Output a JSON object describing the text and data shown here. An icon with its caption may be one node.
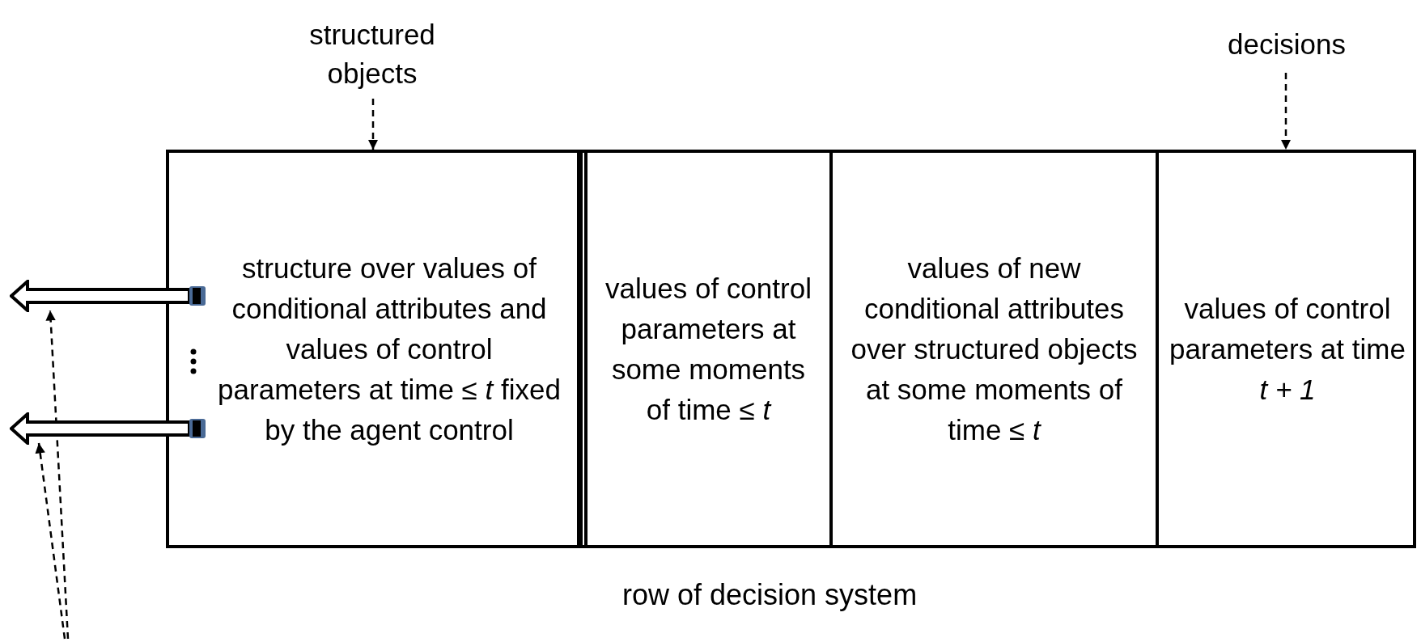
{
  "diagram": {
    "nodes": [
      {
        "text": [
          "structured objects"
        ]
      },
      {
        "text": [
          "decisions"
        ]
      },
      {
        "text": [
          "row of decision system"
        ]
      },
      {
        "text": [
          "structure over values of conditional attributes and values of control parameters at time ≤ *t* fixed by the agent control"
        ],
        "in": 2
      },
      {
        "text": [
          "values of control parameters at some moments of time ≤ *t*"
        ],
        "in": 2
      },
      {
        "text": [
          "values of new conditional attributes over structured objects at some moments of time ≤ *t*"
        ],
        "in": 2
      },
      {
        "text": [
          "values of control parameters at time *t + 1*"
        ],
        "in": 2
      },
      {
        "text": [],
        "shape": "arrow"
      },
      {
        "text": [],
        "shape": "arrow"
      }
    ],
    "edges": [
      {
        "from": 0,
        "to": 3,
        "arrow": "to",
        "style": "dashed"
      },
      {
        "from": 1,
        "to": 6,
        "arrow": "to",
        "style": "dashed"
      },
      {
        "from": null,
        "to": 7,
        "arrow": "to",
        "style": "dashed"
      },
      {
        "from": null,
        "to": 8,
        "arrow": "to",
        "style": "dashed"
      }
    ]
  }
}
